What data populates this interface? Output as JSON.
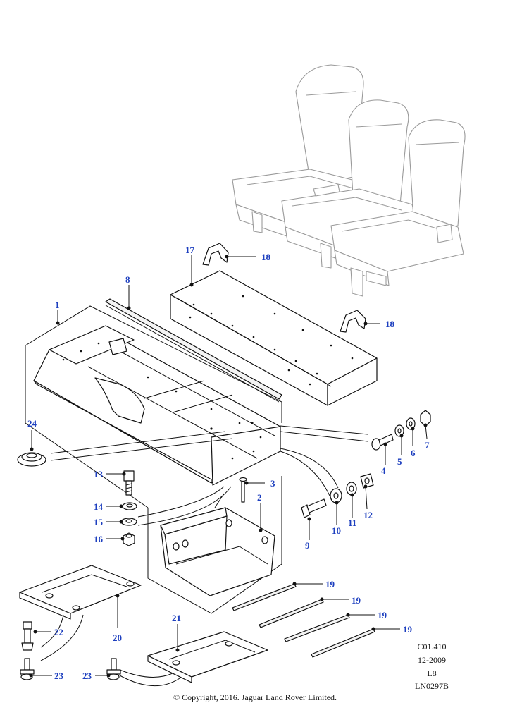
{
  "callouts": {
    "c1": "1",
    "c2": "2",
    "c3": "3",
    "c4": "4",
    "c5": "5",
    "c6": "6",
    "c7": "7",
    "c8": "8",
    "c9": "9",
    "c10": "10",
    "c11": "11",
    "c12": "12",
    "c13": "13",
    "c14": "14",
    "c15": "15",
    "c16": "16",
    "c17": "17",
    "c18a": "18",
    "c18b": "18",
    "c19a": "19",
    "c19b": "19",
    "c19c": "19",
    "c19d": "19",
    "c20": "20",
    "c21": "21",
    "c22": "22",
    "c23a": "23",
    "c23b": "23",
    "c24": "24"
  },
  "meta": {
    "section": "C01.410",
    "date": "12-2009",
    "level": "L8",
    "illustration": "LN0297B"
  },
  "copyright": "© Copyright, 2016. Jaguar Land Rover Limited.",
  "colors": {
    "callout": "#1d3fbf",
    "line": "#111111",
    "seat": "#9a9a9a"
  }
}
